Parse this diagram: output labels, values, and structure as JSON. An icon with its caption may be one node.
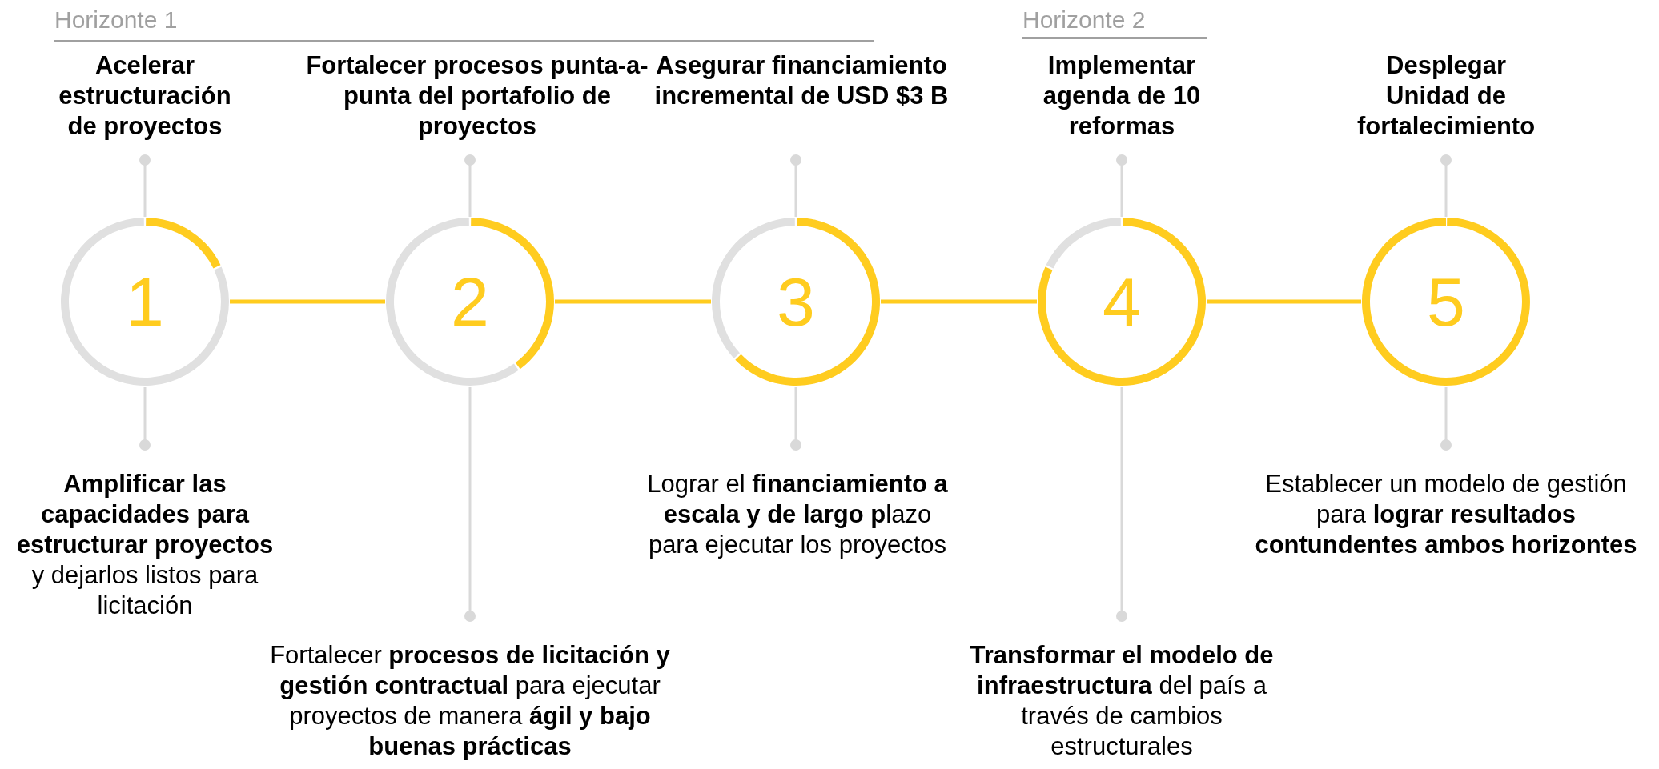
{
  "diagram": {
    "nodes": [
      {
        "text": [
          "Acelerar estructuración de proyectos"
        ]
      },
      {
        "text": [
          "Fortalecer procesos punta-a-punta del portafolio de proyectos"
        ]
      },
      {
        "text": [
          "Asegurar financiamiento incremental de USD $3 B"
        ]
      },
      {
        "text": [
          "Implementar agenda de 10 reformas"
        ]
      },
      {
        "text": [
          "Desplegar Unidad de fortalecimiento"
        ]
      },
      {
        "text": [
          "1"
        ]
      },
      {
        "text": [
          "2"
        ]
      },
      {
        "text": [
          "3"
        ]
      },
      {
        "text": [
          "4"
        ]
      },
      {
        "text": [
          "5"
        ]
      },
      {
        "text": [
          "**Amplificar las capacidades para estructurar proyectos** y dejarlos listos para licitación"
        ]
      },
      {
        "text": [
          "Fortalecer **procesos de licitación y gestión contractual** para ejecutar proyectos de manera **ágil y bajo buenas prácticas**"
        ]
      },
      {
        "text": [
          "Lograr el **financiamiento a escala y de largo p**lazo para ejecutar los proyectos"
        ]
      },
      {
        "text": [
          "**Transformar el modelo de infraestructura** del país a través de cambios estructurales"
        ]
      },
      {
        "text": [
          "Establecer un modelo de gestión para **lograr resultados contundentes ambos horizontes**"
        ]
      }
    ],
    "edges": [
      {
        "from": 5,
        "to": 6,
        "arrow": "none",
        "color": "#ffcc1f"
      },
      {
        "from": 6,
        "to": 7,
        "arrow": "none",
        "color": "#ffcc1f"
      },
      {
        "from": 7,
        "to": 8,
        "arrow": "none",
        "color": "#ffcc1f"
      },
      {
        "from": 8,
        "to": 9,
        "arrow": "none",
        "color": "#ffcc1f"
      },
      {
        "from": 0,
        "to": 5,
        "arrow": "other"
      },
      {
        "from": 1,
        "to": 6,
        "arrow": "other"
      },
      {
        "from": 2,
        "to": 7,
        "arrow": "other"
      },
      {
        "from": 3,
        "to": 8,
        "arrow": "other"
      },
      {
        "from": 4,
        "to": 9,
        "arrow": "other"
      },
      {
        "from": 10,
        "to": 5,
        "arrow": "other"
      },
      {
        "from": 11,
        "to": 6,
        "arrow": "other"
      },
      {
        "from": 12,
        "to": 7,
        "arrow": "other"
      },
      {
        "from": 13,
        "to": 8,
        "arrow": "other"
      },
      {
        "from": 14,
        "to": 9,
        "arrow": "other"
      }
    ],
    "labels": [
      "Horizonte 1",
      "Horizonte 2"
    ]
  }
}
